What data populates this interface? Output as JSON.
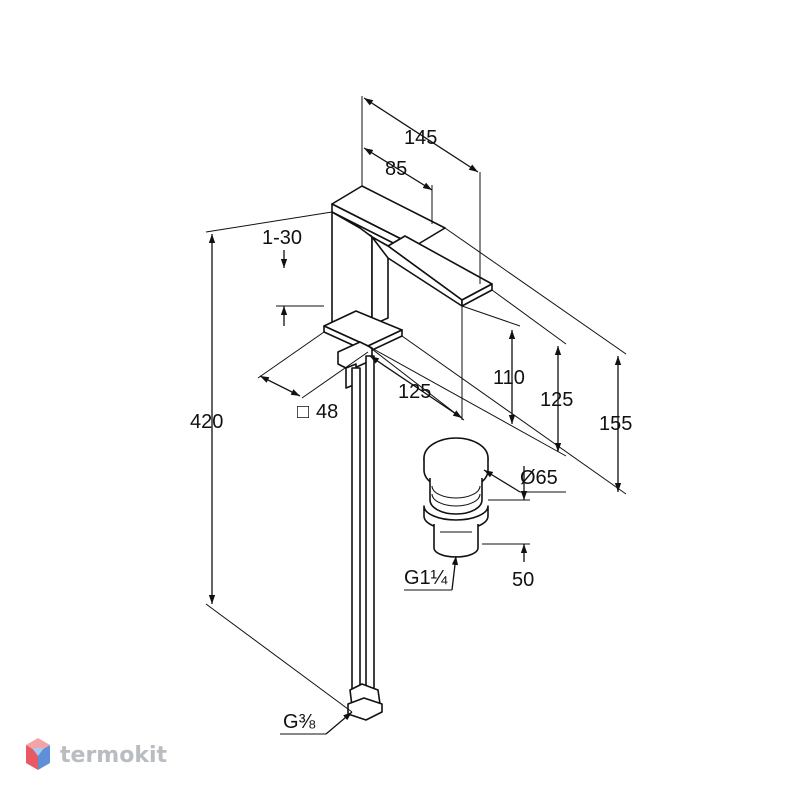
{
  "drawing": {
    "dimensions": {
      "width_total": "145",
      "handle_length": "85",
      "handle_travel": "1-30",
      "height_total": "420",
      "base_square": "48",
      "base_square_symbol": "□",
      "spout_projection": "125",
      "spout_height_110": "110",
      "spout_height_125": "125",
      "top_height": "155",
      "waste_diameter": "Ø65",
      "waste_height": "50",
      "waste_thread": "G1¼",
      "hose_thread": "G⅜"
    }
  },
  "watermark": {
    "brand": "termokit",
    "logo_colors": [
      "#f4a3a8",
      "#a9c8ef",
      "#e85a63",
      "#5f8fd6"
    ]
  }
}
